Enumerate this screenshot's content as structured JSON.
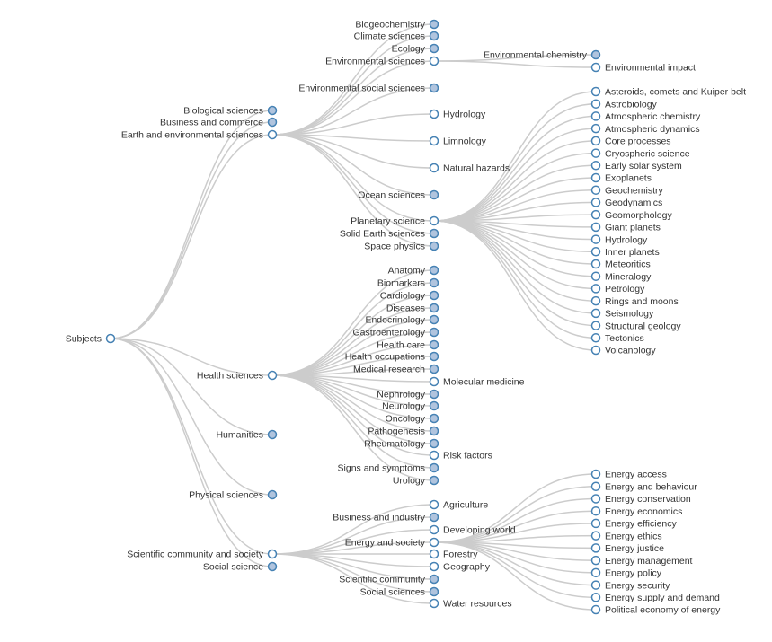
{
  "tree": {
    "name": "Subjects",
    "children": [
      {
        "name": "Biological sciences",
        "collapsed": true
      },
      {
        "name": "Business and commerce",
        "collapsed": true
      },
      {
        "name": "Earth and environmental sciences",
        "children": [
          {
            "name": "Biogeochemistry",
            "collapsed": true
          },
          {
            "name": "Climate sciences",
            "collapsed": true
          },
          {
            "name": "Ecology",
            "collapsed": true
          },
          {
            "name": "Environmental sciences",
            "children": [
              {
                "name": "Environmental chemistry",
                "collapsed": true
              },
              {
                "name": "Environmental impact"
              }
            ]
          },
          {
            "name": "Environmental social sciences",
            "collapsed": true
          },
          {
            "name": "Hydrology"
          },
          {
            "name": "Limnology"
          },
          {
            "name": "Natural hazards"
          },
          {
            "name": "Ocean sciences",
            "collapsed": true
          },
          {
            "name": "Planetary science",
            "children": [
              {
                "name": "Asteroids, comets and Kuiper belt"
              },
              {
                "name": "Astrobiology"
              },
              {
                "name": "Atmospheric chemistry"
              },
              {
                "name": "Atmospheric dynamics"
              },
              {
                "name": "Core processes"
              },
              {
                "name": "Cryospheric science"
              },
              {
                "name": "Early solar system"
              },
              {
                "name": "Exoplanets"
              },
              {
                "name": "Geochemistry"
              },
              {
                "name": "Geodynamics"
              },
              {
                "name": "Geomorphology"
              },
              {
                "name": "Giant planets"
              },
              {
                "name": "Hydrology"
              },
              {
                "name": "Inner planets"
              },
              {
                "name": "Meteoritics"
              },
              {
                "name": "Mineralogy"
              },
              {
                "name": "Petrology"
              },
              {
                "name": "Rings and moons"
              },
              {
                "name": "Seismology"
              },
              {
                "name": "Structural geology"
              },
              {
                "name": "Tectonics"
              },
              {
                "name": "Volcanology"
              }
            ]
          },
          {
            "name": "Solid Earth sciences",
            "collapsed": true
          },
          {
            "name": "Space physics",
            "collapsed": true
          }
        ]
      },
      {
        "name": "Health sciences",
        "children": [
          {
            "name": "Anatomy",
            "collapsed": true
          },
          {
            "name": "Biomarkers",
            "collapsed": true
          },
          {
            "name": "Cardiology",
            "collapsed": true
          },
          {
            "name": "Diseases",
            "collapsed": true
          },
          {
            "name": "Endocrinology",
            "collapsed": true
          },
          {
            "name": "Gastroenterology",
            "collapsed": true
          },
          {
            "name": "Health care",
            "collapsed": true
          },
          {
            "name": "Health occupations",
            "collapsed": true
          },
          {
            "name": "Medical research",
            "collapsed": true
          },
          {
            "name": "Molecular medicine"
          },
          {
            "name": "Nephrology",
            "collapsed": true
          },
          {
            "name": "Neurology",
            "collapsed": true
          },
          {
            "name": "Oncology",
            "collapsed": true
          },
          {
            "name": "Pathogenesis",
            "collapsed": true
          },
          {
            "name": "Rheumatology",
            "collapsed": true
          },
          {
            "name": "Risk factors"
          },
          {
            "name": "Signs and symptoms",
            "collapsed": true
          },
          {
            "name": "Urology",
            "collapsed": true
          }
        ]
      },
      {
        "name": "Humanities",
        "collapsed": true
      },
      {
        "name": "Physical sciences",
        "collapsed": true
      },
      {
        "name": "Scientific community and society",
        "children": [
          {
            "name": "Agriculture"
          },
          {
            "name": "Business and industry",
            "collapsed": true
          },
          {
            "name": "Developing world"
          },
          {
            "name": "Energy and society",
            "children": [
              {
                "name": "Energy access"
              },
              {
                "name": "Energy and behaviour"
              },
              {
                "name": "Energy conservation"
              },
              {
                "name": "Energy economics"
              },
              {
                "name": "Energy efficiency"
              },
              {
                "name": "Energy ethics"
              },
              {
                "name": "Energy justice"
              },
              {
                "name": "Energy management"
              },
              {
                "name": "Energy policy"
              },
              {
                "name": "Energy security"
              },
              {
                "name": "Energy supply and demand"
              },
              {
                "name": "Political economy of energy"
              }
            ]
          },
          {
            "name": "Forestry"
          },
          {
            "name": "Geography"
          },
          {
            "name": "Scientific community",
            "collapsed": true
          },
          {
            "name": "Social sciences",
            "collapsed": true
          },
          {
            "name": "Water resources"
          }
        ]
      },
      {
        "name": "Social science",
        "collapsed": true
      }
    ]
  },
  "colors": {
    "link": "#cccccc",
    "node_stroke": "#4682b4",
    "collapsed_fill": "#b0c4de",
    "open_fill": "#ffffff",
    "text": "#333333"
  }
}
